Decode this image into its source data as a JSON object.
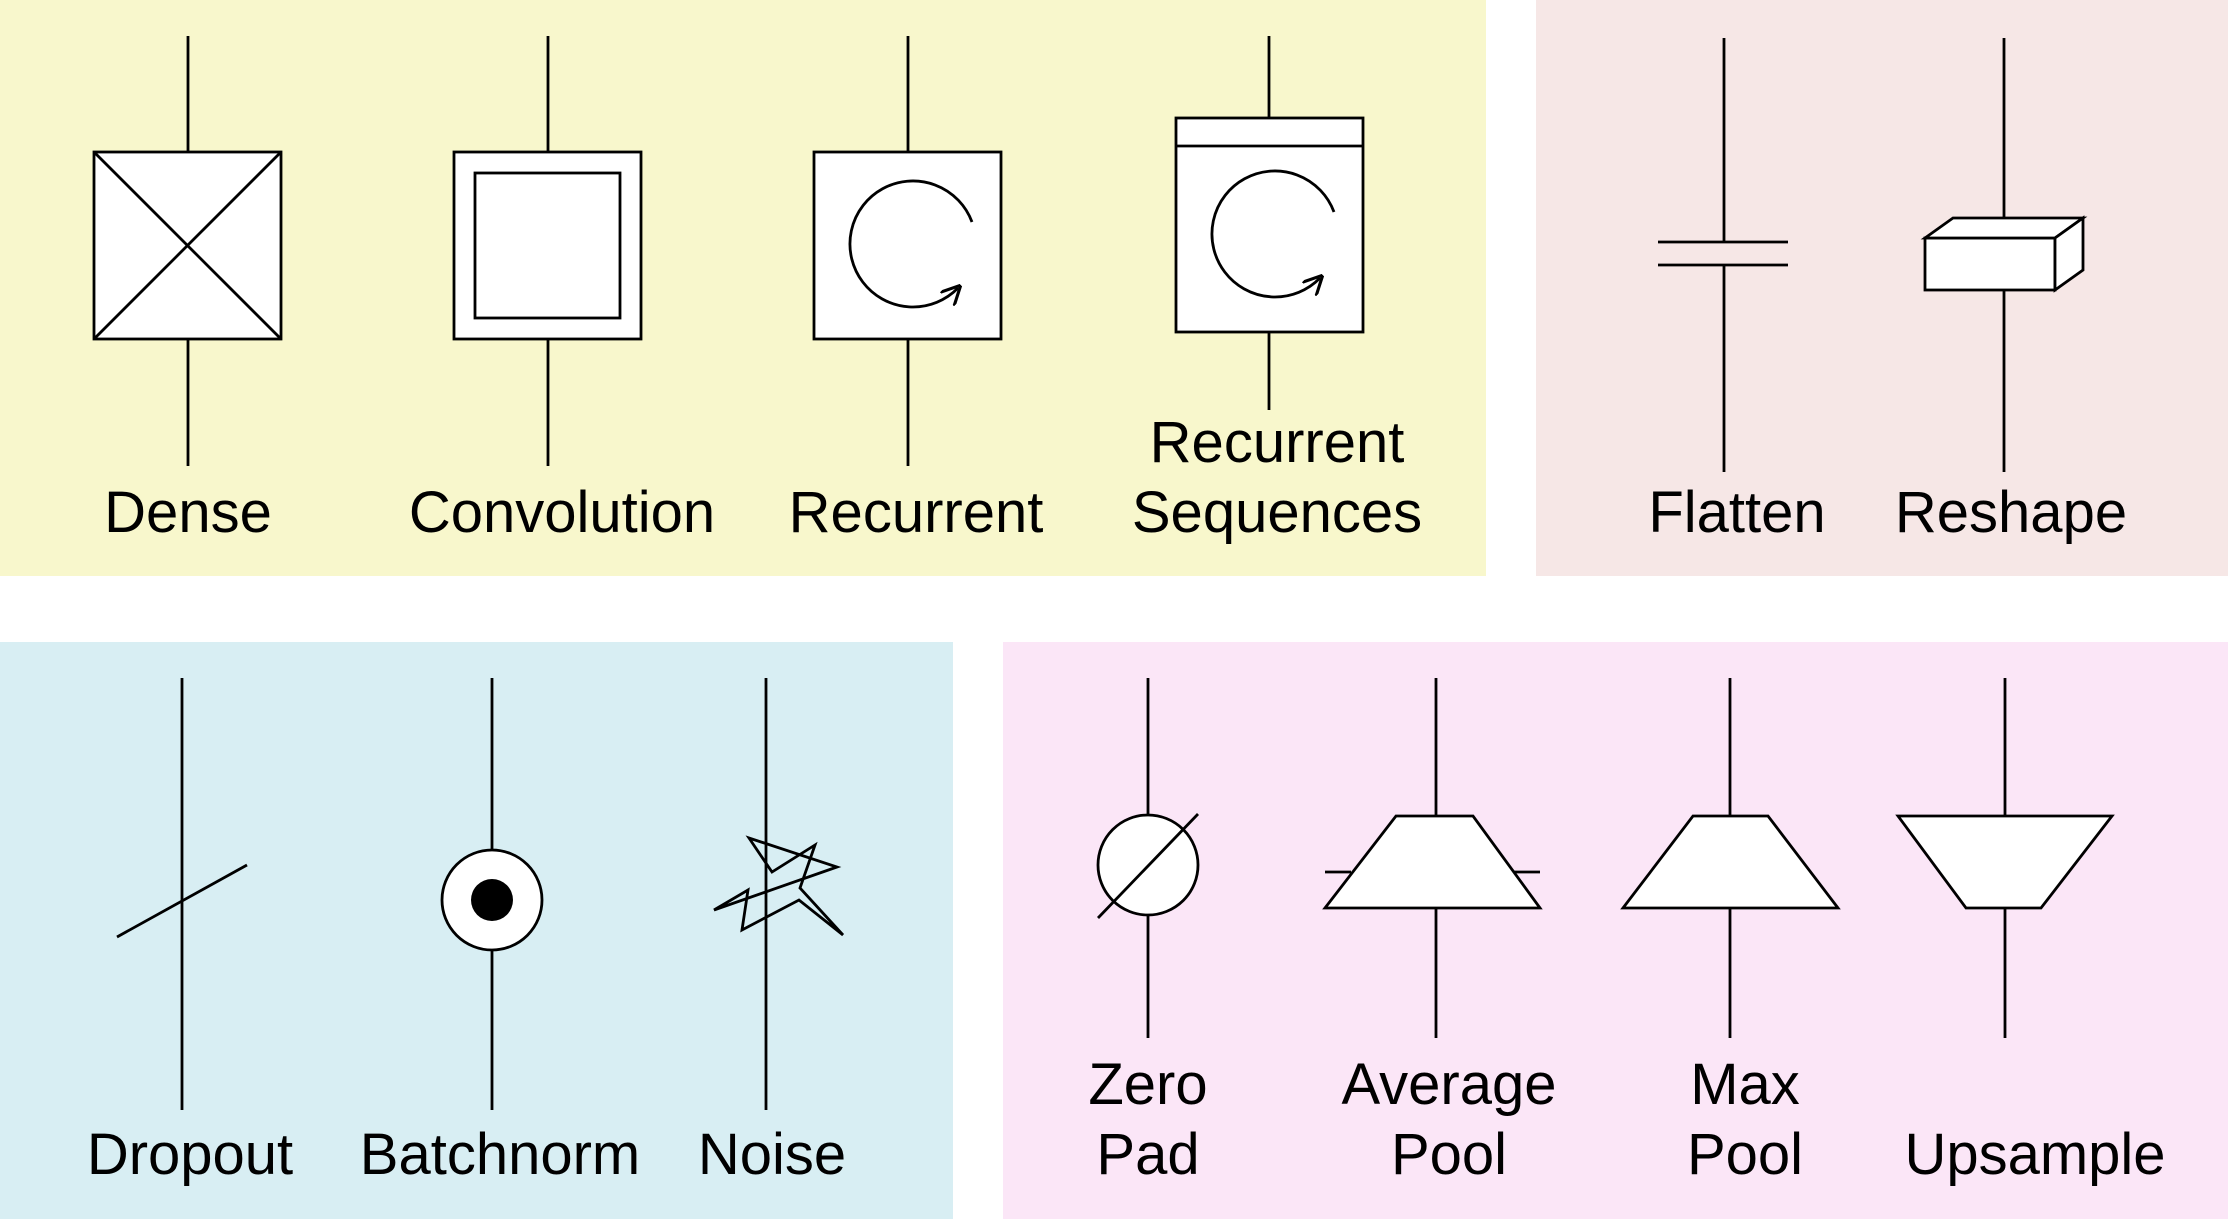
{
  "colors": {
    "panel_layers": "#f8f7cc",
    "panel_shape": "#f6e7e6",
    "panel_regularization": "#d8eef3",
    "panel_pooling": "#fbe6f7",
    "stroke": "#000000",
    "fill": "#ffffff"
  },
  "labels": {
    "dense": "Dense",
    "convolution": "Convolution",
    "recurrent": "Recurrent",
    "recurrent_sequences_line1": "Recurrent",
    "recurrent_sequences_line2": "Sequences",
    "flatten": "Flatten",
    "reshape": "Reshape",
    "dropout": "Dropout",
    "batchnorm": "Batchnorm",
    "noise": "Noise",
    "zero_pad_line1": "Zero",
    "zero_pad_line2": "Pad",
    "average_pool_line1": "Average",
    "average_pool_line2": "Pool",
    "max_pool_line1": "Max",
    "max_pool_line2": "Pool",
    "upsample": "Upsample"
  },
  "icons": [
    "dense-icon",
    "convolution-icon",
    "recurrent-icon",
    "recurrent-sequences-icon",
    "flatten-icon",
    "reshape-icon",
    "dropout-icon",
    "batchnorm-icon",
    "noise-icon",
    "zero-pad-icon",
    "average-pool-icon",
    "max-pool-icon",
    "upsample-icon"
  ]
}
